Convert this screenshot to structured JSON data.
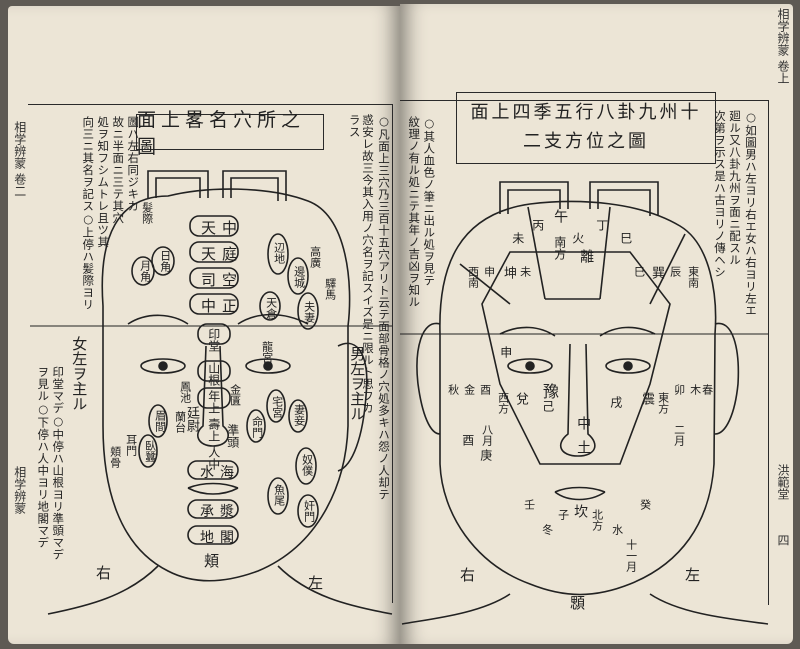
{
  "left_page": {
    "title": "面上畧名穴所之圖",
    "side_tab": "相学辨蒙 卷二",
    "side_tab_bottom": "相学辨蒙",
    "notes_right": [
      "○凡面上三穴乃三百十五穴アリト云テ面部骨格ノ穴処多キハ怨ノ人却テ",
      "惑安レ故三今其入用ノ穴名ヲ記スイズ是ニ限ルト思フカラス"
    ],
    "notes_left": [
      "圖ハ左右同ジキカ",
      "故ニ半面ニ三テ其穴",
      "処ヲ知フシムトレ且ツ其",
      "向三ニ其名ヲ記ス○上停ハ髪際ヨリ",
      "印堂マデ○中停ハ山根ヨリ準頭マデ",
      "ヲ見ル○下停ハ人中ヨリ地閣マデ",
      ""
    ],
    "center_labels": [
      "天中",
      "天庭",
      "司空",
      "中正",
      "印堂",
      "山根",
      "年上",
      "壽上",
      "準頭",
      "人中",
      "水海",
      "承漿",
      "地閣"
    ],
    "left_labels": [
      "髪際",
      "日角",
      "月角",
      "龍宮",
      "鳳池",
      "眉間",
      "臥蠶",
      "蘭台",
      "廷尉",
      "金匱",
      "耳門",
      "頬骨"
    ],
    "right_labels": [
      "高廣",
      "驛馬",
      "辺地",
      "邊城",
      "天倉",
      "夫妻",
      "妻妾",
      "宅宮",
      "命門",
      "奴僕",
      "魚尾",
      "奸門"
    ],
    "side_marks": {
      "left": "女左ヲ主ル",
      "right": "男左ヲ主ル"
    },
    "bottom_labels": {
      "chin": "頬",
      "right": "右",
      "left": "左"
    }
  },
  "right_page": {
    "title": "面上四季五行八卦九州十二支方位之圖",
    "side_tab": "相学辨蒙 卷上",
    "side_tab_bottom": "洪範堂",
    "notes_right": [
      "○如圖男ハ左ヨリ右エ女ハ右ヨリ左エ",
      "廻ル又八卦九州ヲ面ニ配スル",
      "次第ヲ示ス是ハ古ヨリノ傳ヘシ"
    ],
    "notes_left": [
      "○其人血色ノ筆ニ出ル処ヲ見テ",
      "紋理ノ有ル処ニテ其年ノ吉凶ヲ知ル"
    ],
    "top_labels": [
      "午",
      "火",
      "南方",
      "離",
      "丁",
      "丙",
      "巳",
      "未"
    ],
    "center_labels": [
      "豫",
      "中",
      "土",
      "申",
      "酉",
      "戌",
      "己",
      "庚"
    ],
    "forehead_left": [
      "坤",
      "申",
      "西南",
      "未"
    ],
    "forehead_right": [
      "巽",
      "辰",
      "東南",
      "巳"
    ],
    "cheek_left": [
      "兌",
      "西方",
      "酉",
      "金",
      "秋",
      "八月"
    ],
    "cheek_right": [
      "震",
      "東方",
      "卯",
      "木",
      "春",
      "二月"
    ],
    "bottom_labels": [
      "坎",
      "北方",
      "子",
      "水",
      "冬",
      "十一月",
      "壬",
      "癸"
    ],
    "chin": "顋",
    "bottom_sides": {
      "right": "右",
      "left": "左"
    },
    "page_no": "四"
  },
  "colors": {
    "paper": "#ece5d6",
    "ink": "#222222",
    "background": "#5e5a54"
  }
}
